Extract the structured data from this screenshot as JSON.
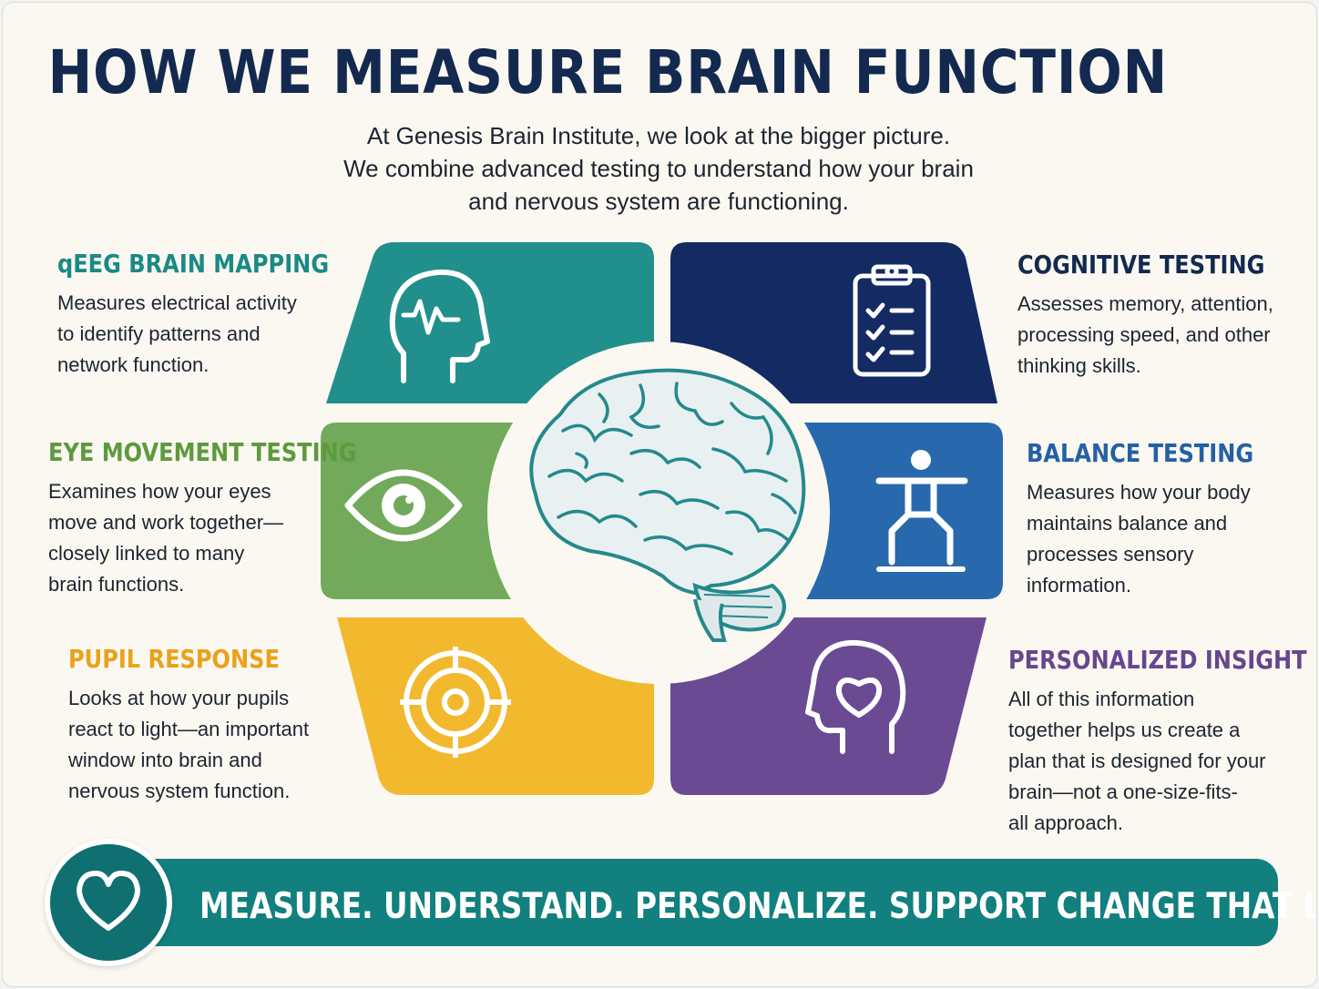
{
  "title": "HOW WE MEASURE BRAIN FUNCTION",
  "intro": {
    "line1": "At Genesis Brain Institute, we look at the bigger picture.",
    "line2": "We combine advanced testing to understand how your brain",
    "line3": "and nervous system are functioning."
  },
  "colors": {
    "navy": "#13294f",
    "teal": "#21908c",
    "green": "#72a95a",
    "yellow": "#f2b92f",
    "dark_blue": "#132a62",
    "blue": "#2869ad",
    "purple": "#6a4b93",
    "banner": "#11807e"
  },
  "sections": {
    "qeeg": {
      "title": "qEEG BRAIN MAPPING",
      "lines": [
        "Measures electrical activity",
        "to identify patterns and",
        "network function."
      ],
      "icon": "head-brainwave-icon"
    },
    "eye": {
      "title": "EYE MOVEMENT TESTING",
      "lines": [
        "Examines how your eyes",
        "move and work together—",
        "closely linked to many",
        "brain functions."
      ],
      "icon": "eye-icon"
    },
    "pupil": {
      "title": "PUPIL RESPONSE",
      "lines": [
        "Looks at how your pupils",
        "react to light—an important",
        "window into brain and",
        "nervous system function."
      ],
      "icon": "target-icon"
    },
    "cognitive": {
      "title": "COGNITIVE TESTING",
      "lines": [
        "Assesses memory, attention,",
        "processing speed, and other",
        "thinking skills."
      ],
      "icon": "clipboard-checklist-icon"
    },
    "balance": {
      "title": "BALANCE TESTING",
      "lines": [
        "Measures how your body",
        "maintains balance and",
        "processes sensory",
        "information."
      ],
      "icon": "balance-figure-icon"
    },
    "insight": {
      "title": "PERSONALIZED INSIGHT",
      "lines": [
        "All of this information",
        "together helps us create a",
        "plan that is designed for your",
        "brain—not a one-size-fits-",
        "all approach."
      ],
      "icon": "head-heart-icon"
    }
  },
  "center_icon": "brain-icon",
  "banner": {
    "text": "MEASURE. UNDERSTAND. PERSONALIZE. SUPPORT CHANGE THAT LASTS.",
    "icon": "heart-icon"
  }
}
